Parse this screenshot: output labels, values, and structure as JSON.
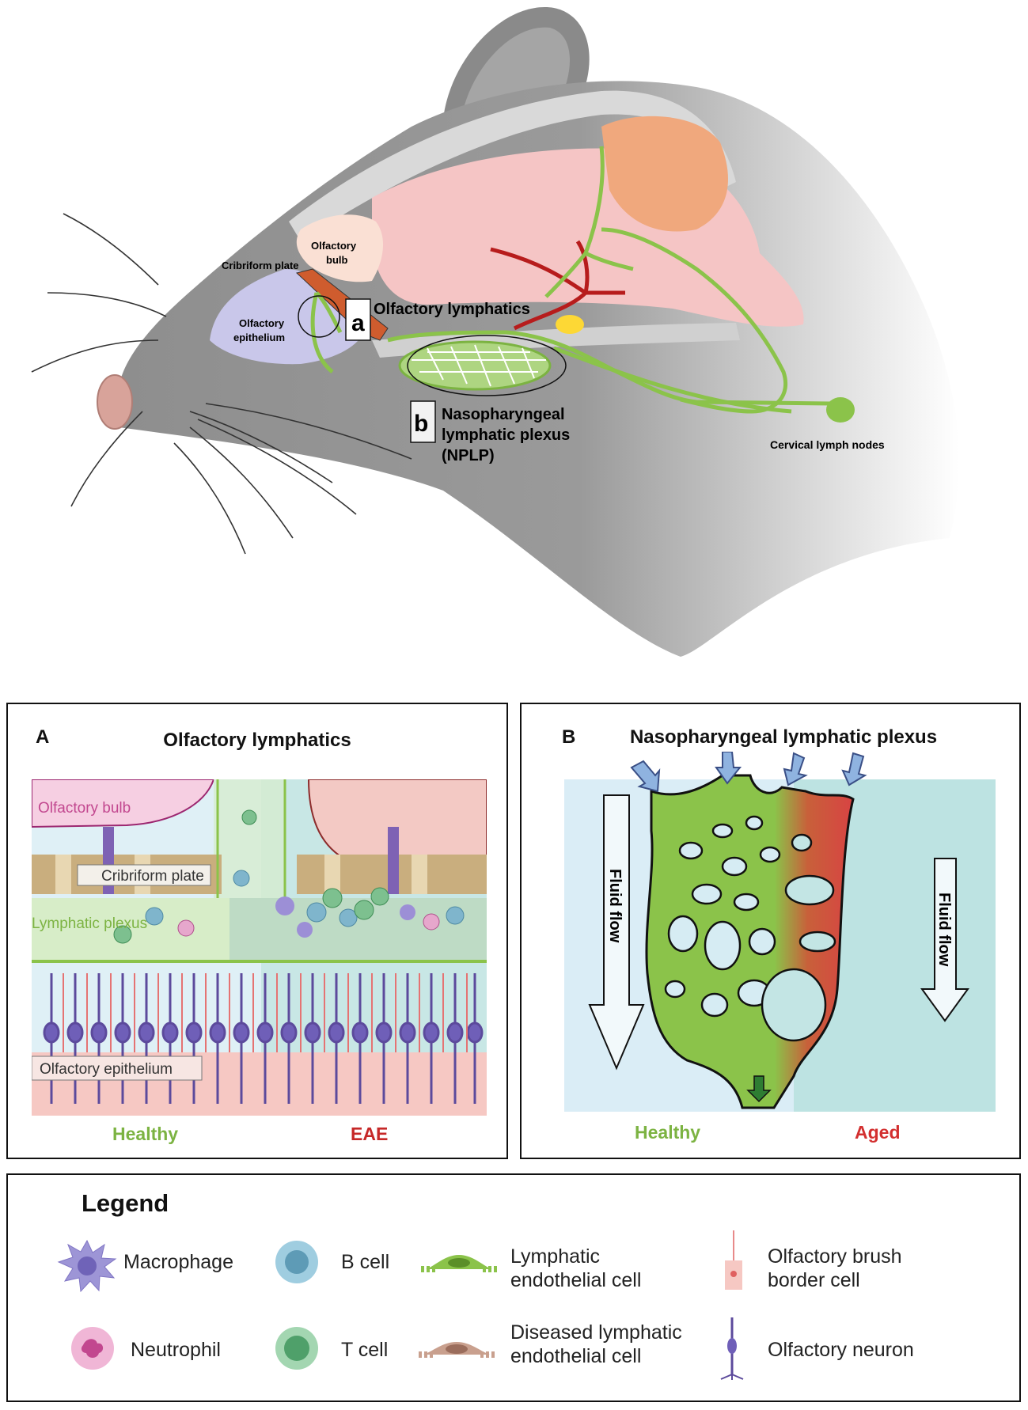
{
  "top_illustration": {
    "labels": {
      "cribriform_plate": "Cribriform plate",
      "olfactory_bulb_line1": "Olfactory",
      "olfactory_bulb_line2": "bulb",
      "olfactory_epithelium_line1": "Olfactory",
      "olfactory_epithelium_line2": "epithelium",
      "marker_a": "a",
      "olfactory_lymphatics": "Olfactory lymphatics",
      "marker_b": "b",
      "nplp_line1": "Nasopharyngeal",
      "nplp_line2": "lymphatic plexus",
      "nplp_line3": "(NPLP)",
      "cervical_lymph_nodes": "Cervical lymph nodes"
    }
  },
  "panel_a": {
    "letter": "A",
    "title": "Olfactory lymphatics",
    "labels": {
      "olfactory_bulb": "Olfactory bulb",
      "cribriform_plate": "Cribriform plate",
      "lymphatic_plexus": "Lymphatic plexus",
      "olfactory_epithelium": "Olfactory epithelium"
    },
    "conditions": {
      "left": "Healthy",
      "right": "EAE"
    },
    "colors": {
      "healthy": "#7cb342",
      "eae": "#c62828"
    }
  },
  "panel_b": {
    "letter": "B",
    "title": "Nasopharyngeal lymphatic plexus",
    "flow_label": "Fluid flow",
    "conditions": {
      "left": "Healthy",
      "right": "Aged"
    },
    "colors": {
      "healthy": "#7cb342",
      "aged": "#d32f2f"
    }
  },
  "legend": {
    "title": "Legend",
    "items": [
      {
        "icon": "macrophage-icon",
        "lines": [
          "Macrophage"
        ]
      },
      {
        "icon": "b-cell-icon",
        "lines": [
          "B cell"
        ]
      },
      {
        "icon": "lymphatic-endothelial-cell-icon",
        "lines": [
          "Lymphatic",
          "endothelial cell"
        ]
      },
      {
        "icon": "olfactory-brush-border-cell-icon",
        "lines": [
          "Olfactory brush",
          "border cell"
        ]
      },
      {
        "icon": "neutrophil-icon",
        "lines": [
          "Neutrophil"
        ]
      },
      {
        "icon": "t-cell-icon",
        "lines": [
          "T cell"
        ]
      },
      {
        "icon": "diseased-lymphatic-endothelial-cell-icon",
        "lines": [
          "Diseased lymphatic",
          "endothelial cell"
        ]
      },
      {
        "icon": "olfactory-neuron-icon",
        "lines": [
          "Olfactory neuron"
        ]
      }
    ]
  }
}
